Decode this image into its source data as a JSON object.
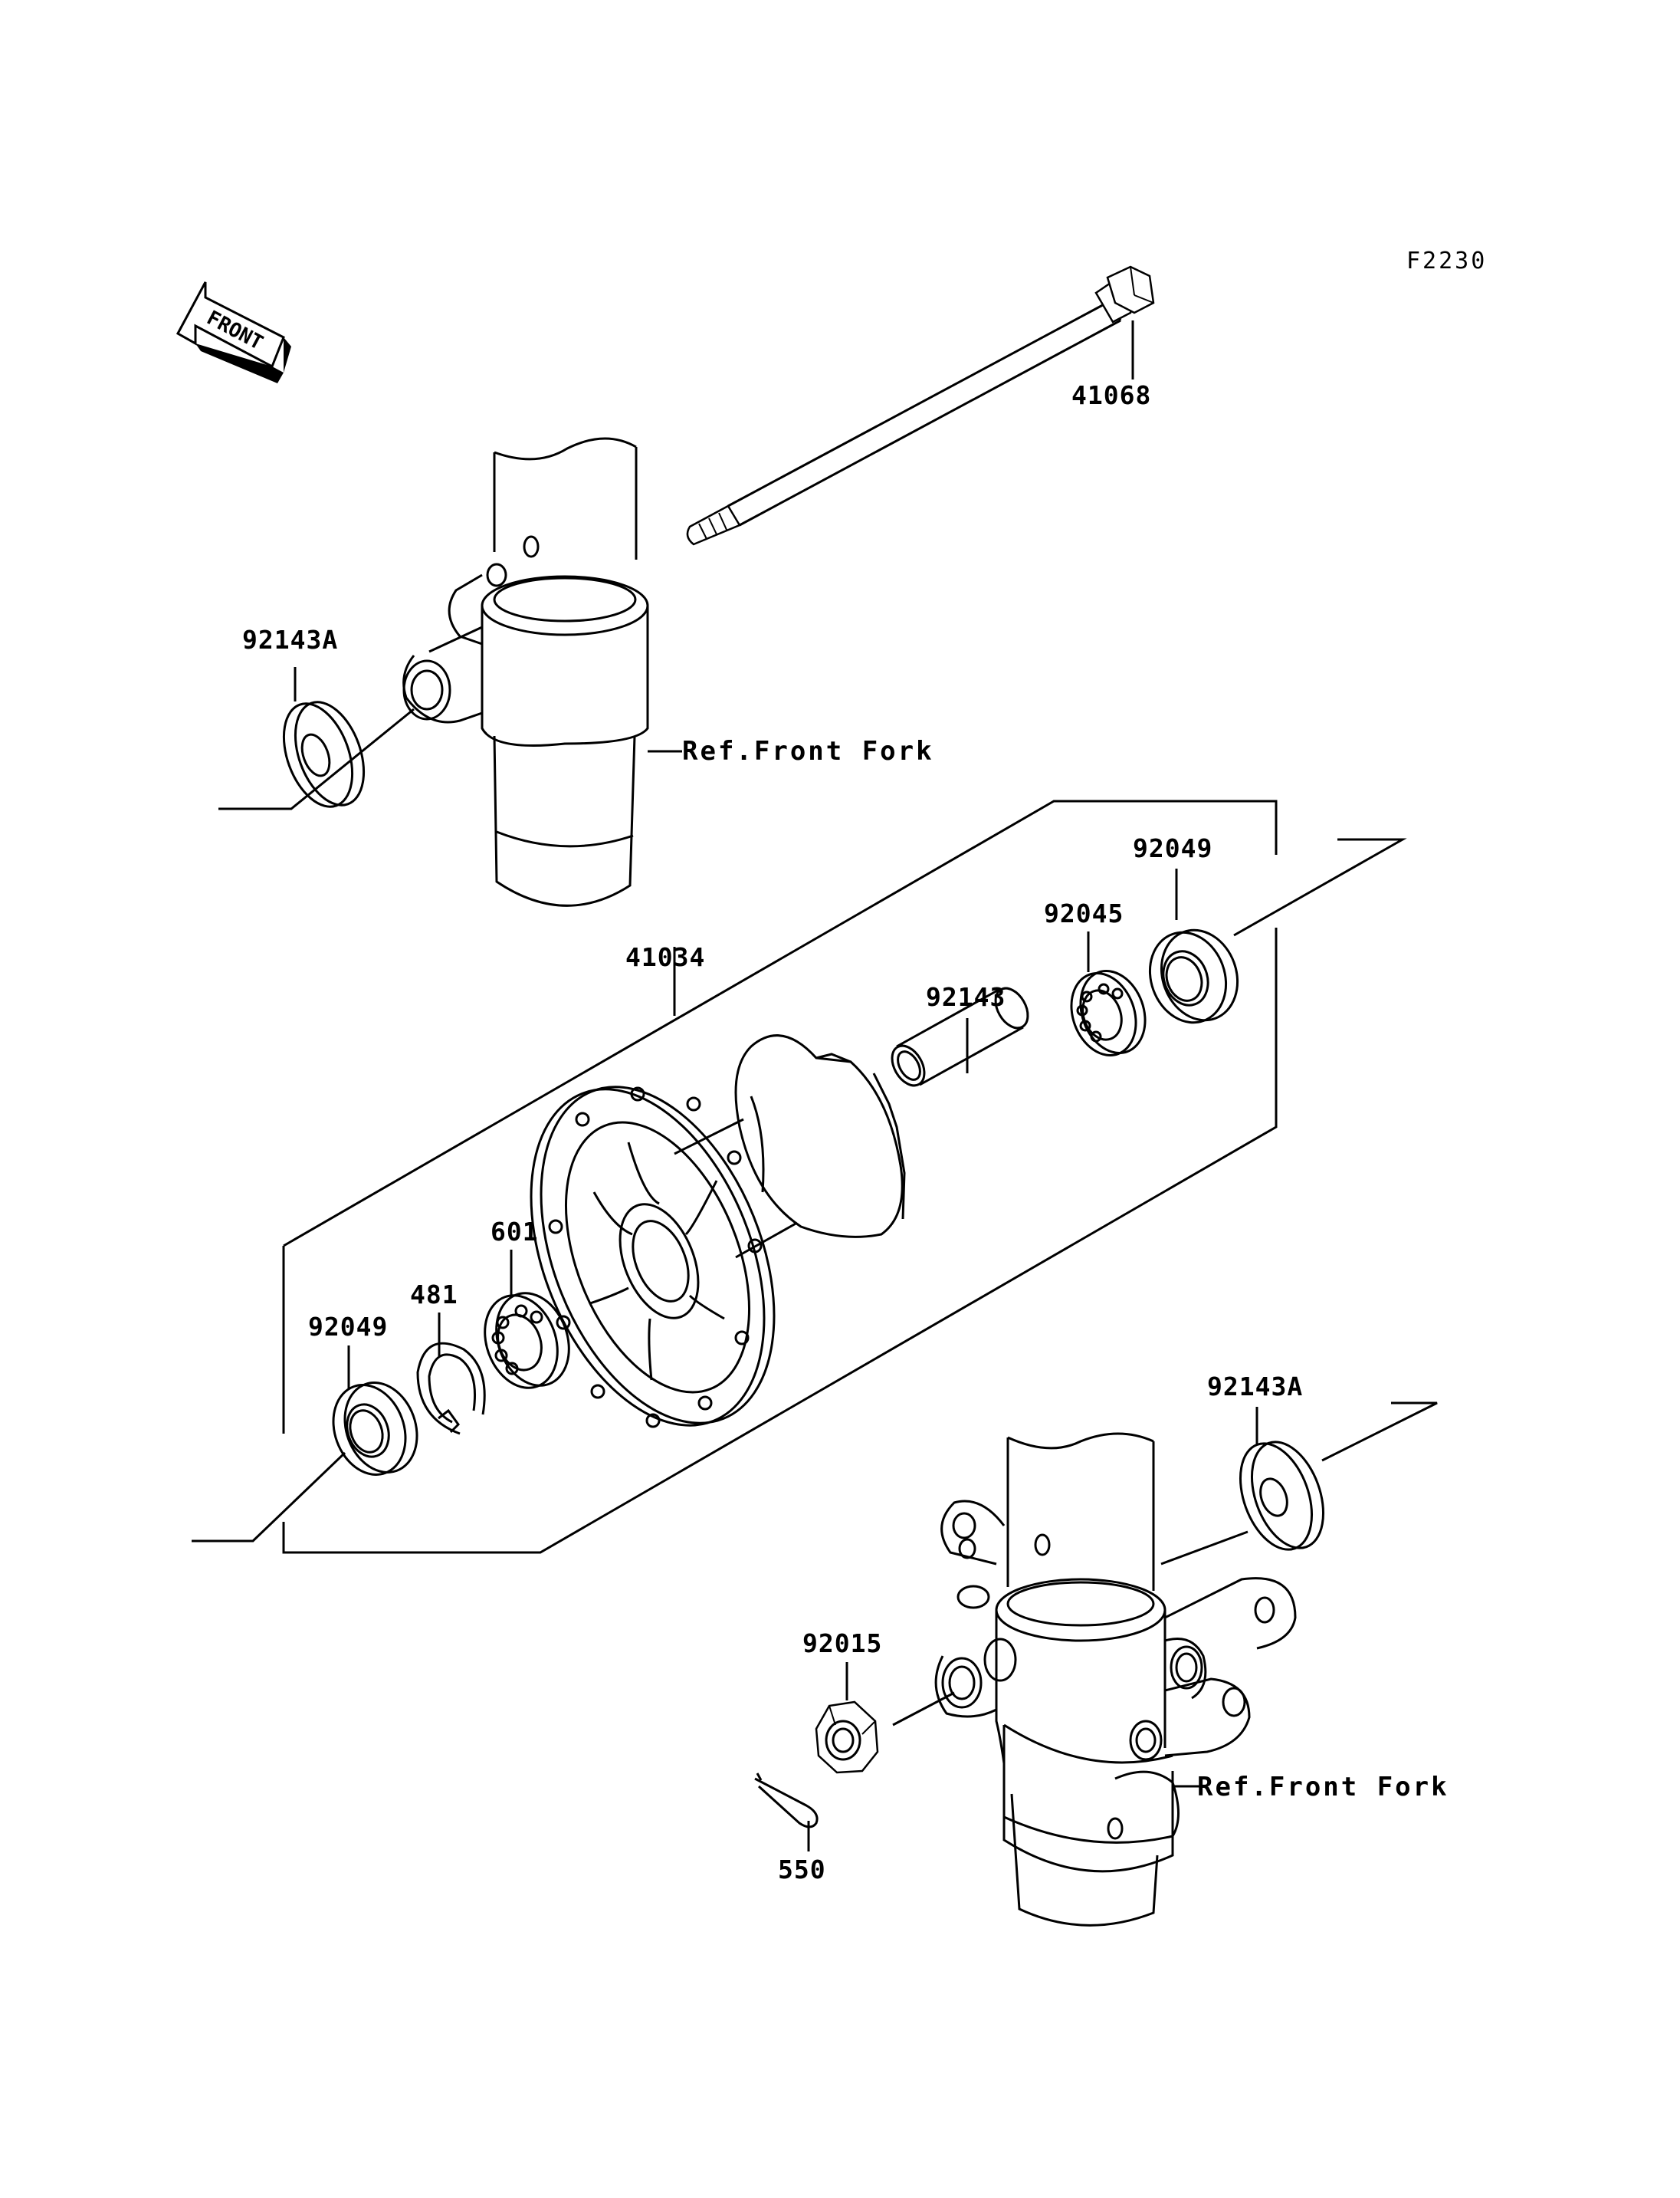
{
  "figure_code": "F2230",
  "front_arrow_label": "FRONT",
  "reference_labels": {
    "upper": "Ref.Front Fork",
    "lower": "Ref.Front Fork"
  },
  "parts": [
    {
      "id": "axle",
      "number": "41068"
    },
    {
      "id": "collar-left",
      "number": "92143A"
    },
    {
      "id": "hub",
      "number": "41034"
    },
    {
      "id": "oil-seal-right",
      "number": "92049"
    },
    {
      "id": "bearing-right",
      "number": "92045"
    },
    {
      "id": "spacer",
      "number": "92143"
    },
    {
      "id": "bearing-left",
      "number": "601"
    },
    {
      "id": "circlip",
      "number": "481"
    },
    {
      "id": "oil-seal-left",
      "number": "92049"
    },
    {
      "id": "collar-right",
      "number": "92143A"
    },
    {
      "id": "axle-nut",
      "number": "92015"
    },
    {
      "id": "cotter-pin",
      "number": "550"
    }
  ]
}
